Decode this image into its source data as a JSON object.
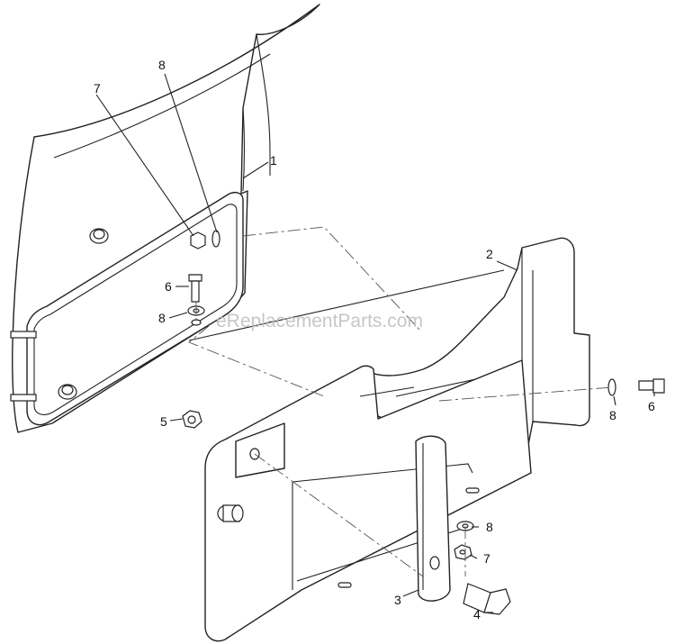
{
  "watermark": "eReplacementParts.com",
  "callouts": {
    "c1": "1",
    "c2": "2",
    "c3": "3",
    "c4": "4",
    "c5": "5",
    "c6a": "6",
    "c6b": "6",
    "c7a": "7",
    "c7b": "7",
    "c8a": "8",
    "c8b": "8",
    "c8c": "8",
    "c8d": "8"
  }
}
